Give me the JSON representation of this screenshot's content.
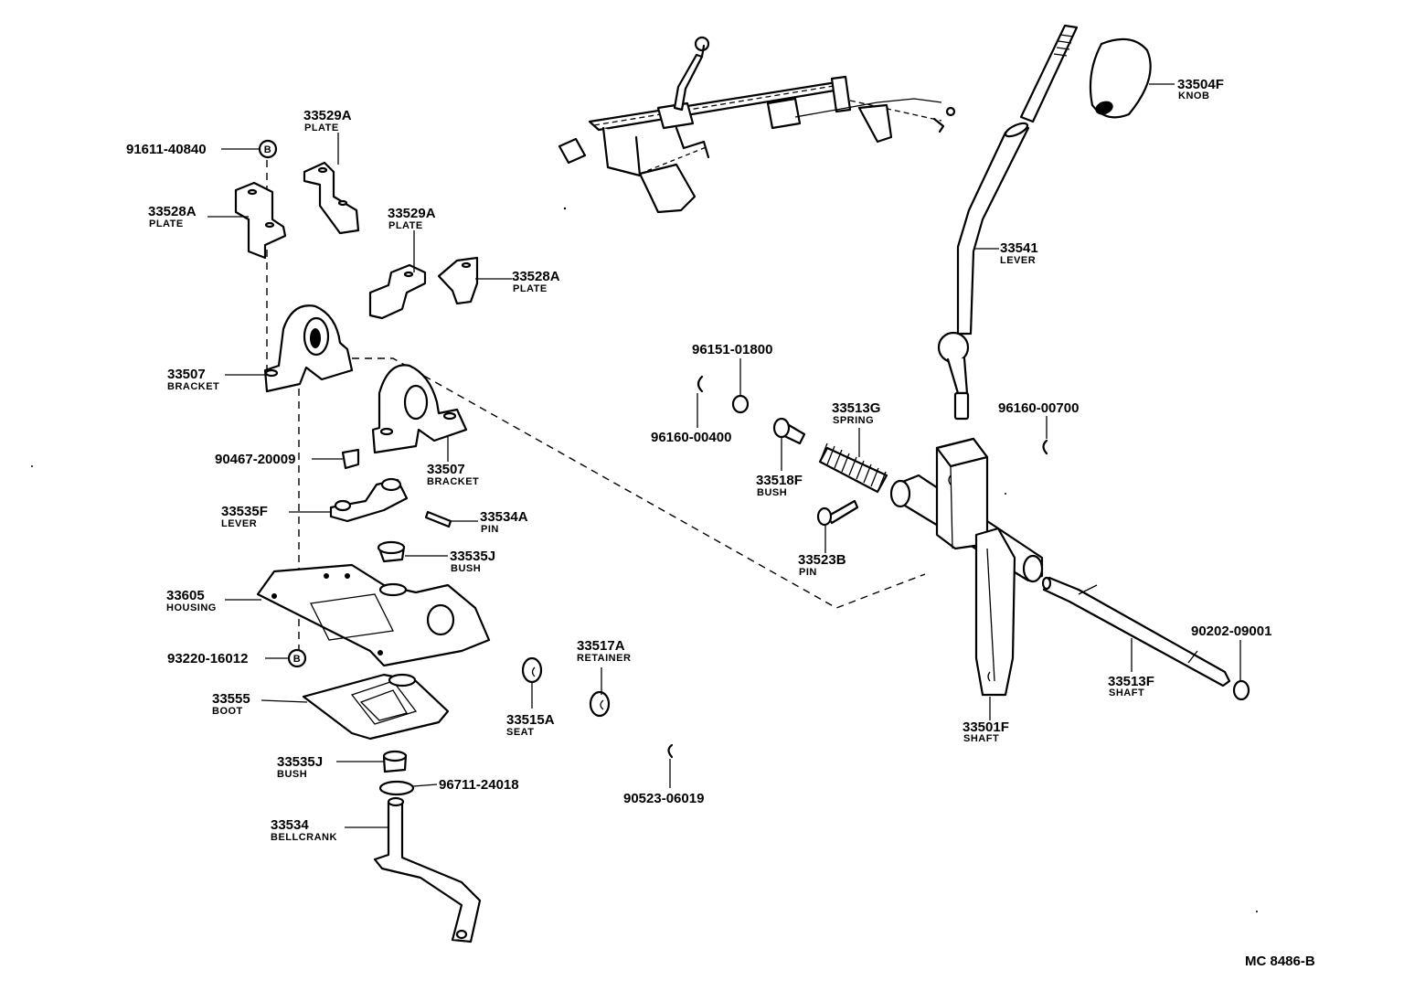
{
  "diagram": {
    "code": "MC 8486-B",
    "callouts": [
      {
        "id": "knob",
        "number": "33504F",
        "name": "KNOB"
      },
      {
        "id": "lever-shift",
        "number": "33541",
        "name": "LEVER"
      },
      {
        "id": "clip-96160-00700",
        "number": "96160-00700",
        "name": ""
      },
      {
        "id": "shaft-33501f",
        "number": "33501F",
        "name": "SHAFT"
      },
      {
        "id": "shaft-33513f",
        "number": "33513F",
        "name": "SHAFT"
      },
      {
        "id": "washer-90202",
        "number": "90202-09001",
        "name": ""
      },
      {
        "id": "ring-96151",
        "number": "96151-01800",
        "name": ""
      },
      {
        "id": "clip-96160-00400",
        "number": "96160-00400",
        "name": ""
      },
      {
        "id": "bush-33518f",
        "number": "33518F",
        "name": "BUSH"
      },
      {
        "id": "spring-33513g",
        "number": "33513G",
        "name": "SPRING"
      },
      {
        "id": "pin-33523b",
        "number": "33523B",
        "name": "PIN"
      },
      {
        "id": "bolt-91611",
        "number": "91611-40840",
        "name": ""
      },
      {
        "id": "plate-33529a-1",
        "number": "33529A",
        "name": "PLATE"
      },
      {
        "id": "plate-33528a-1",
        "number": "33528A",
        "name": "PLATE"
      },
      {
        "id": "plate-33529a-2",
        "number": "33529A",
        "name": "PLATE"
      },
      {
        "id": "plate-33528a-2",
        "number": "33528A",
        "name": "PLATE"
      },
      {
        "id": "bracket-33507-1",
        "number": "33507",
        "name": "BRACKET"
      },
      {
        "id": "bracket-33507-2",
        "number": "33507",
        "name": "BRACKET"
      },
      {
        "id": "clip-90467",
        "number": "90467-20009",
        "name": ""
      },
      {
        "id": "lever-33535f",
        "number": "33535F",
        "name": "LEVER"
      },
      {
        "id": "pin-33534a",
        "number": "33534A",
        "name": "PIN"
      },
      {
        "id": "bush-33535j-1",
        "number": "33535J",
        "name": "BUSH"
      },
      {
        "id": "housing-33605",
        "number": "33605",
        "name": "HOUSING"
      },
      {
        "id": "nut-93220",
        "number": "93220-16012",
        "name": ""
      },
      {
        "id": "boot-33555",
        "number": "33555",
        "name": "BOOT"
      },
      {
        "id": "bush-33535j-2",
        "number": "33535J",
        "name": "BUSH"
      },
      {
        "id": "washer-96711",
        "number": "96711-24018",
        "name": ""
      },
      {
        "id": "bellcrank-33534",
        "number": "33534",
        "name": "BELLCRANK"
      },
      {
        "id": "retainer-33517a",
        "number": "33517A",
        "name": "RETAINER"
      },
      {
        "id": "seat-33515a",
        "number": "33515A",
        "name": "SEAT"
      },
      {
        "id": "clip-90523",
        "number": "90523-06019",
        "name": ""
      }
    ],
    "markers": [
      {
        "id": "marker-b-top",
        "letter": "B"
      },
      {
        "id": "marker-b-bottom",
        "letter": "B"
      }
    ]
  }
}
